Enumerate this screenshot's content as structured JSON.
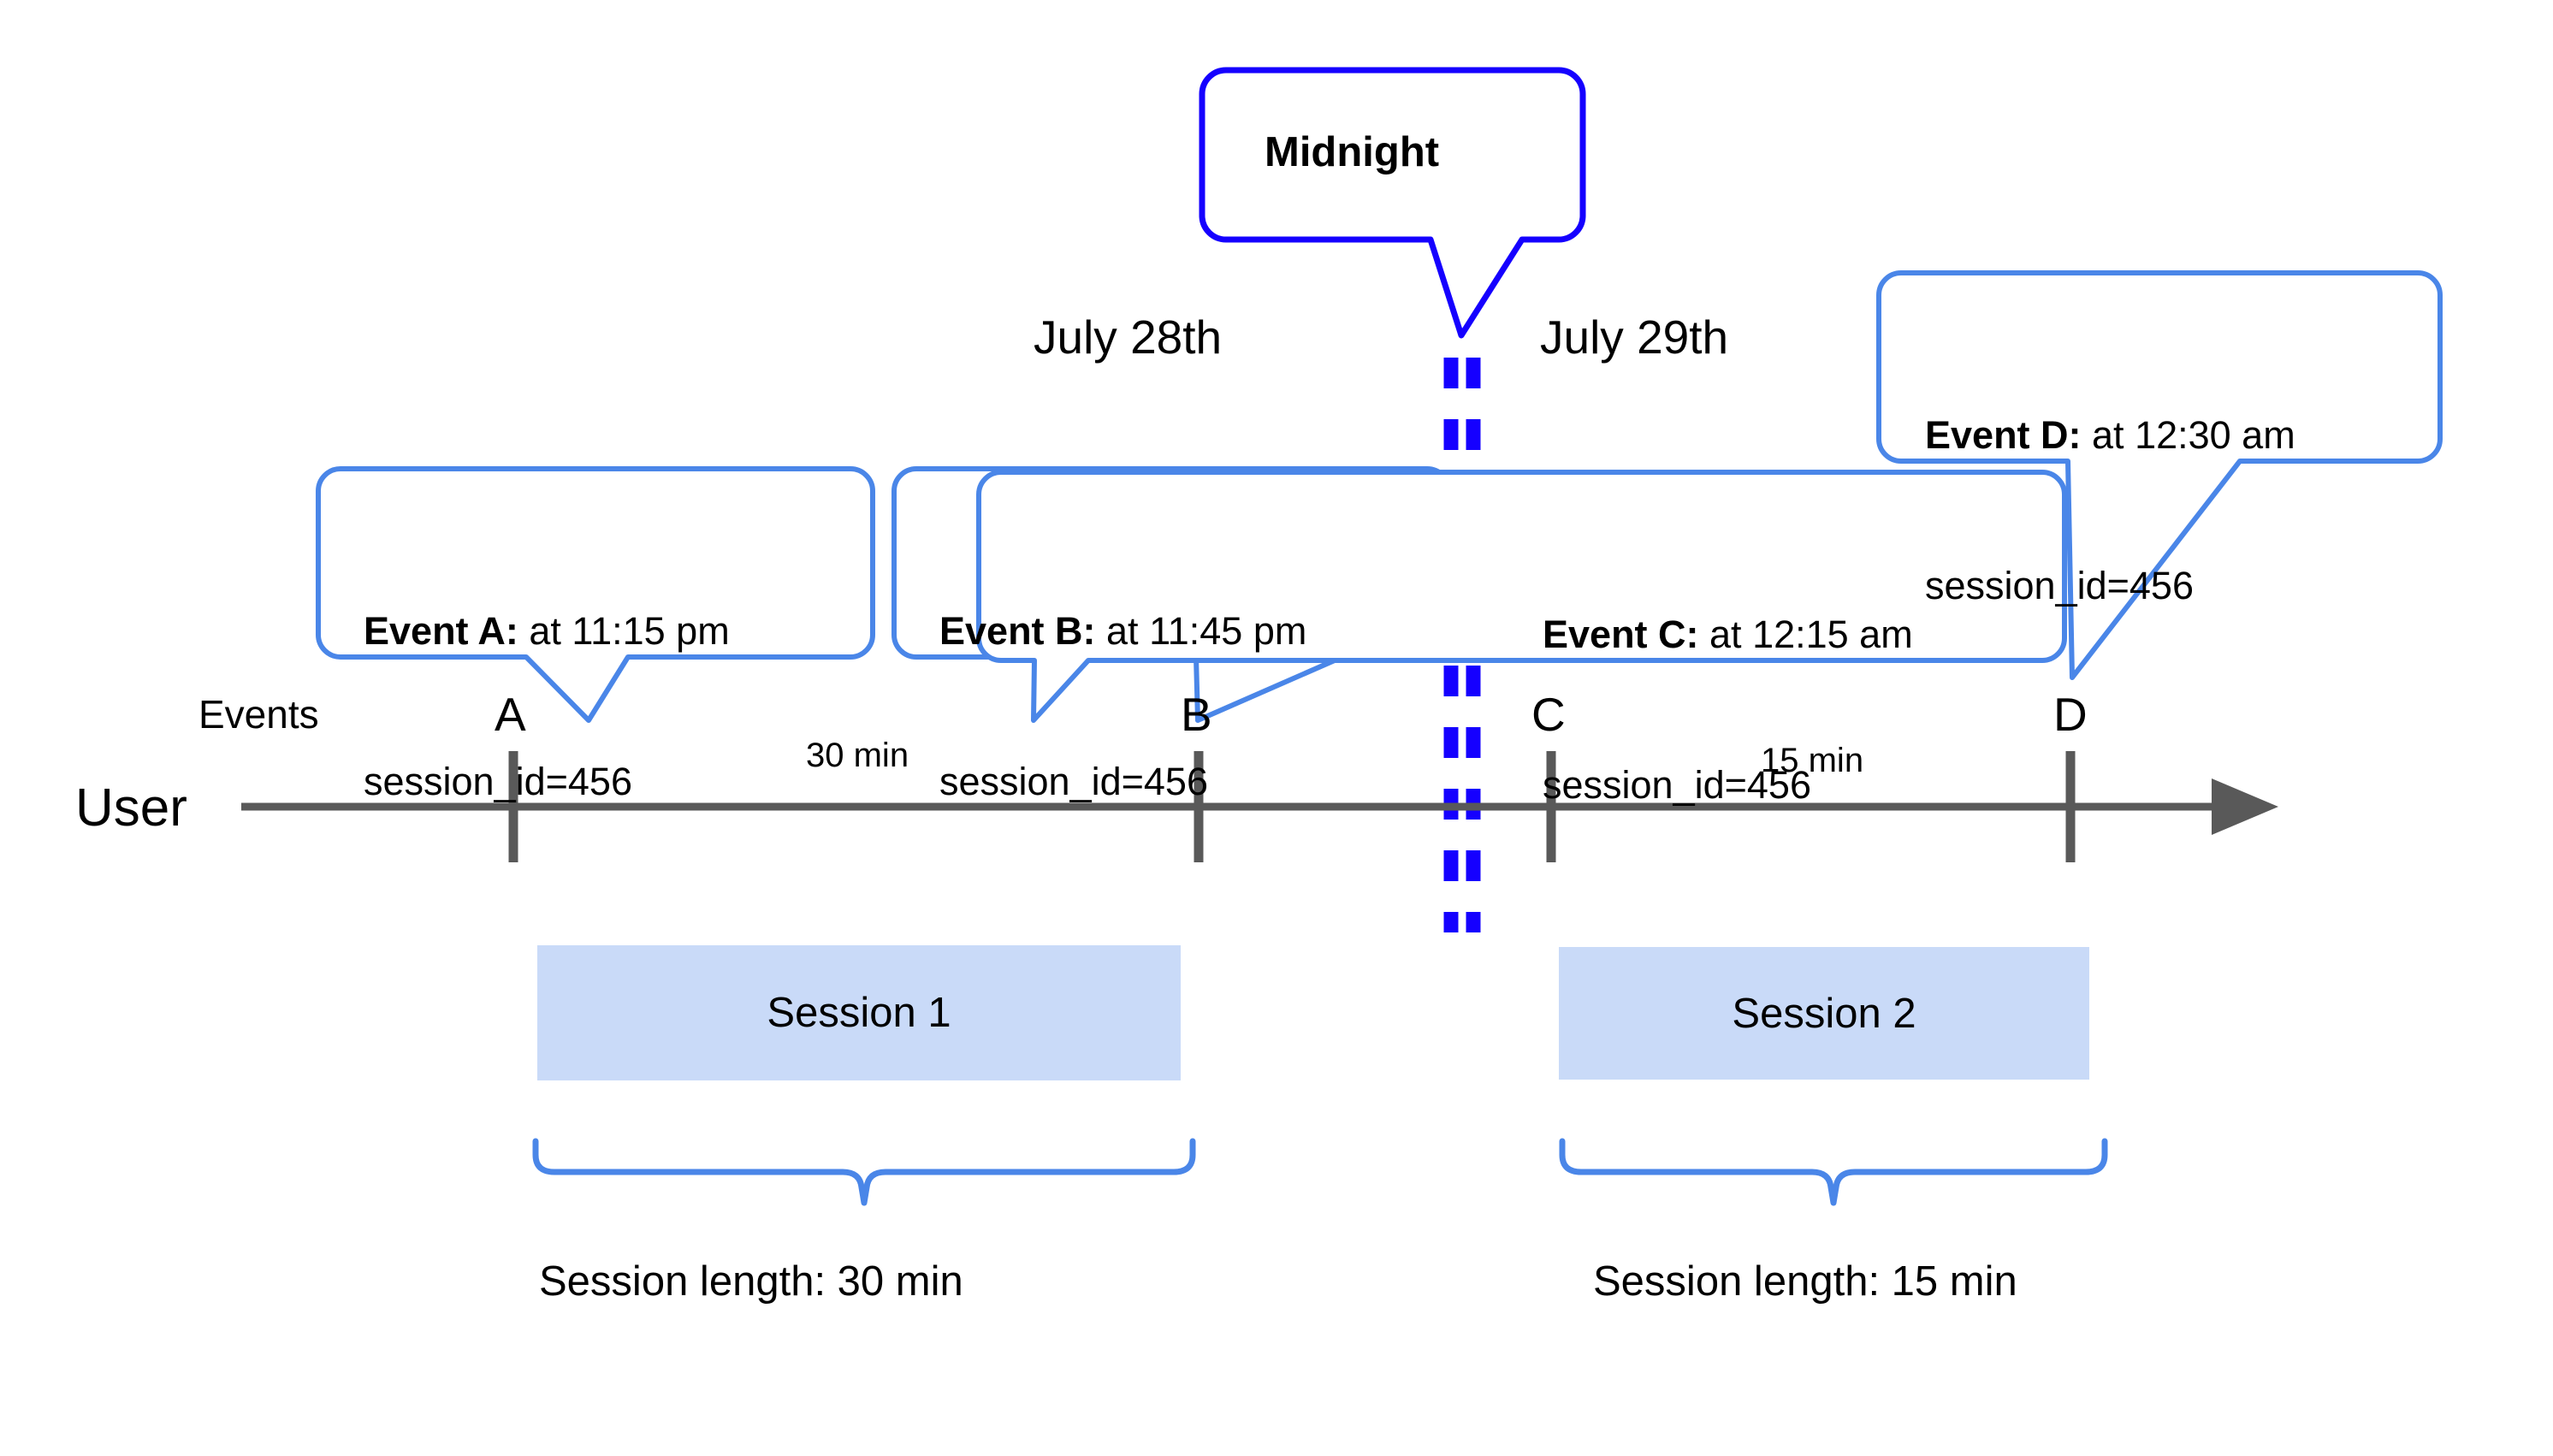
{
  "diagram": {
    "title_callout": {
      "label": "Midnight"
    },
    "axis": {
      "row_label": "User",
      "events_label": "Events",
      "arrow_direction": "right"
    },
    "dates": [
      {
        "label": "July 28th"
      },
      {
        "label": "July 29th"
      }
    ],
    "events": [
      {
        "letter": "A",
        "bold": "Event A:",
        "rest": " at 11:15 pm",
        "line2": "session_id=456"
      },
      {
        "letter": "B",
        "bold": "Event B:",
        "rest": " at 11:45 pm",
        "line2": "session_id=456"
      },
      {
        "letter": "C",
        "bold": "Event C:",
        "rest": " at 12:15 am",
        "line2": "session_id=456"
      },
      {
        "letter": "D",
        "bold": "Event D:",
        "rest": " at 12:30 am",
        "line2": "session_id=456"
      }
    ],
    "durations": [
      {
        "label": "30 min"
      },
      {
        "label": "15 min"
      }
    ],
    "sessions": [
      {
        "box_label": "Session 1",
        "brace_label": "Session length: 30 min"
      },
      {
        "box_label": "Session 2",
        "brace_label": "Session length: 15 min"
      }
    ],
    "colors": {
      "callout_stroke": "#4a86e8",
      "midnight_stroke": "#1500ff",
      "session_fill": "#c9daf8",
      "axis_stroke": "#595959",
      "text": "#000000"
    }
  }
}
